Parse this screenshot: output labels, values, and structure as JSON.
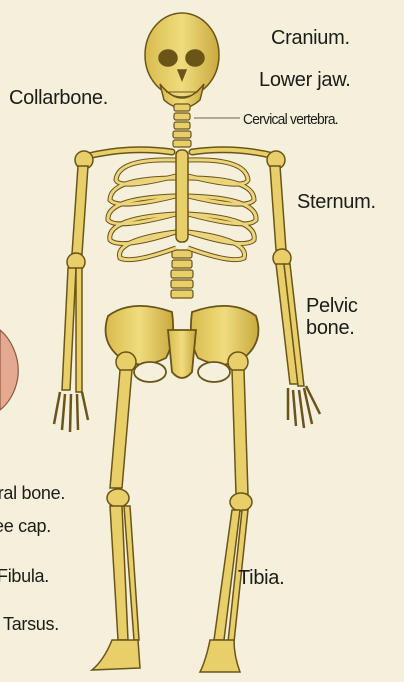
{
  "labels": {
    "cranium": "Cranium.",
    "lower_jaw": "Lower jaw.",
    "cervical_vertebra": "Cervical vertebra.",
    "collarbone": "Collarbone.",
    "sternum": "Sternum.",
    "pelvic_line1": "Pelvic",
    "pelvic_line2": "bone.",
    "femoral_bone": "ural bone.",
    "knee_cap": "ee cap.",
    "fibula": "Fibula.",
    "tarsus": "Tarsus.",
    "tibia": "Tibia."
  },
  "colors": {
    "background": "#f4f0dc",
    "bone": "#e8cf6a",
    "bone_shadow": "#b99a34",
    "outline": "#6b5418",
    "text": "#1c1c18"
  }
}
